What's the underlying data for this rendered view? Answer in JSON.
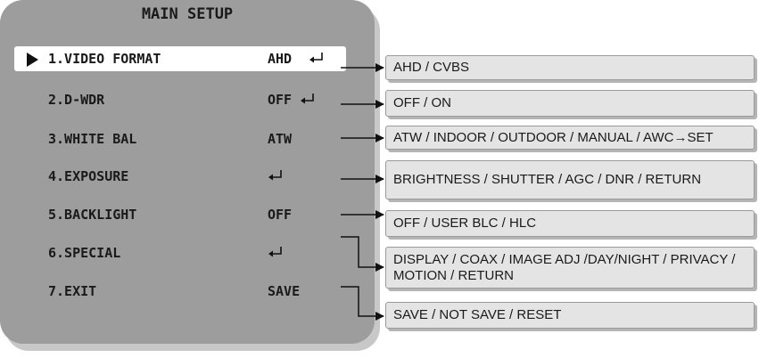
{
  "menu": {
    "title": "MAIN SETUP",
    "items": [
      {
        "label": "1.VIDEO FORMAT",
        "value": "AHD",
        "enter_icon": true,
        "selected": true
      },
      {
        "label": "2.D-WDR",
        "value": "OFF",
        "enter_icon": true,
        "selected": false
      },
      {
        "label": "3.WHITE BAL",
        "value": "ATW",
        "enter_icon": false,
        "selected": false
      },
      {
        "label": "4.EXPOSURE",
        "value": "",
        "enter_icon": true,
        "selected": false
      },
      {
        "label": "5.BACKLIGHT",
        "value": "OFF",
        "enter_icon": false,
        "selected": false
      },
      {
        "label": "6.SPECIAL",
        "value": "",
        "enter_icon": true,
        "selected": false
      },
      {
        "label": "7.EXIT",
        "value": "SAVE",
        "enter_icon": false,
        "selected": false
      }
    ]
  },
  "options": [
    {
      "text": "AHD / CVBS"
    },
    {
      "text": "OFF / ON"
    },
    {
      "text": "ATW / INDOOR / OUTDOOR / MANUAL / AWC→SET"
    },
    {
      "text": "BRIGHTNESS / SHUTTER / AGC / DNR / RETURN"
    },
    {
      "text": "OFF / USER BLC / HLC"
    },
    {
      "text": "DISPLAY / COAX / IMAGE ADJ /DAY/NIGHT / PRIVACY / MOTION / RETURN"
    },
    {
      "text": "SAVE / NOT SAVE / RESET"
    }
  ],
  "icons": {
    "selection": "triangle-pointer-icon",
    "enter": "enter-return-icon"
  },
  "colors": {
    "panel": "#9d9d9d",
    "option_box": "#e4e4e4",
    "selected_row": "#ffffff",
    "text": "#1a1a1a"
  }
}
